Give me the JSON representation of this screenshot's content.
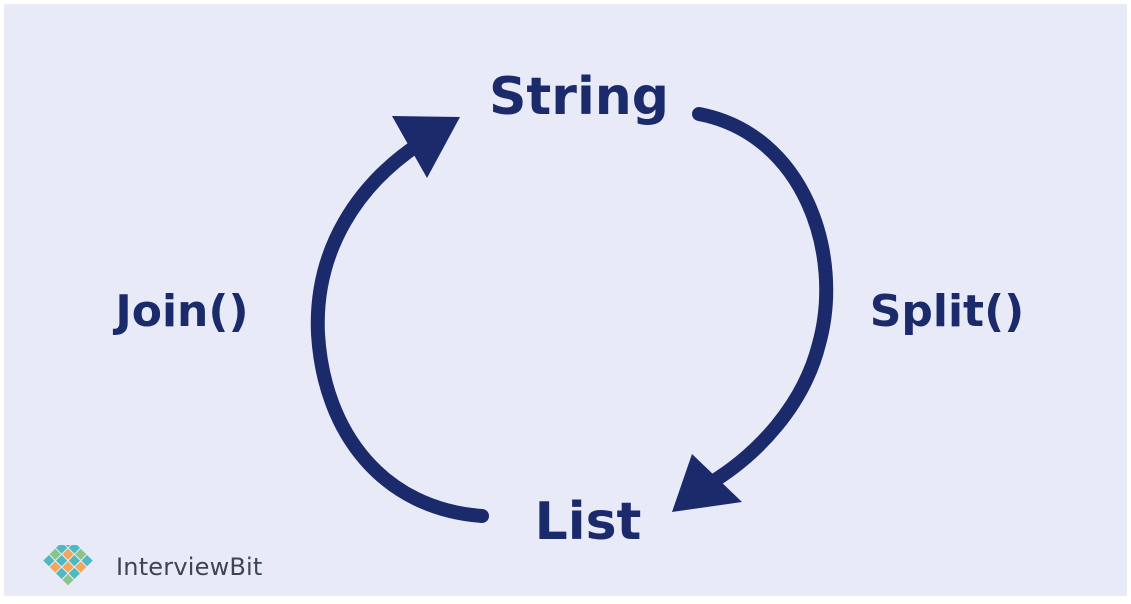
{
  "diagram": {
    "nodes": {
      "top": "String",
      "bottom": "List"
    },
    "edges": {
      "right": "Split()",
      "left": "Join()"
    }
  },
  "brand": {
    "name": "InterviewBit"
  },
  "colors": {
    "background": "#e8ebf7",
    "primary": "#1b2a6b",
    "logo_teal": "#4fb8c0",
    "logo_orange": "#f2a65a",
    "logo_green": "#8bc48a"
  }
}
